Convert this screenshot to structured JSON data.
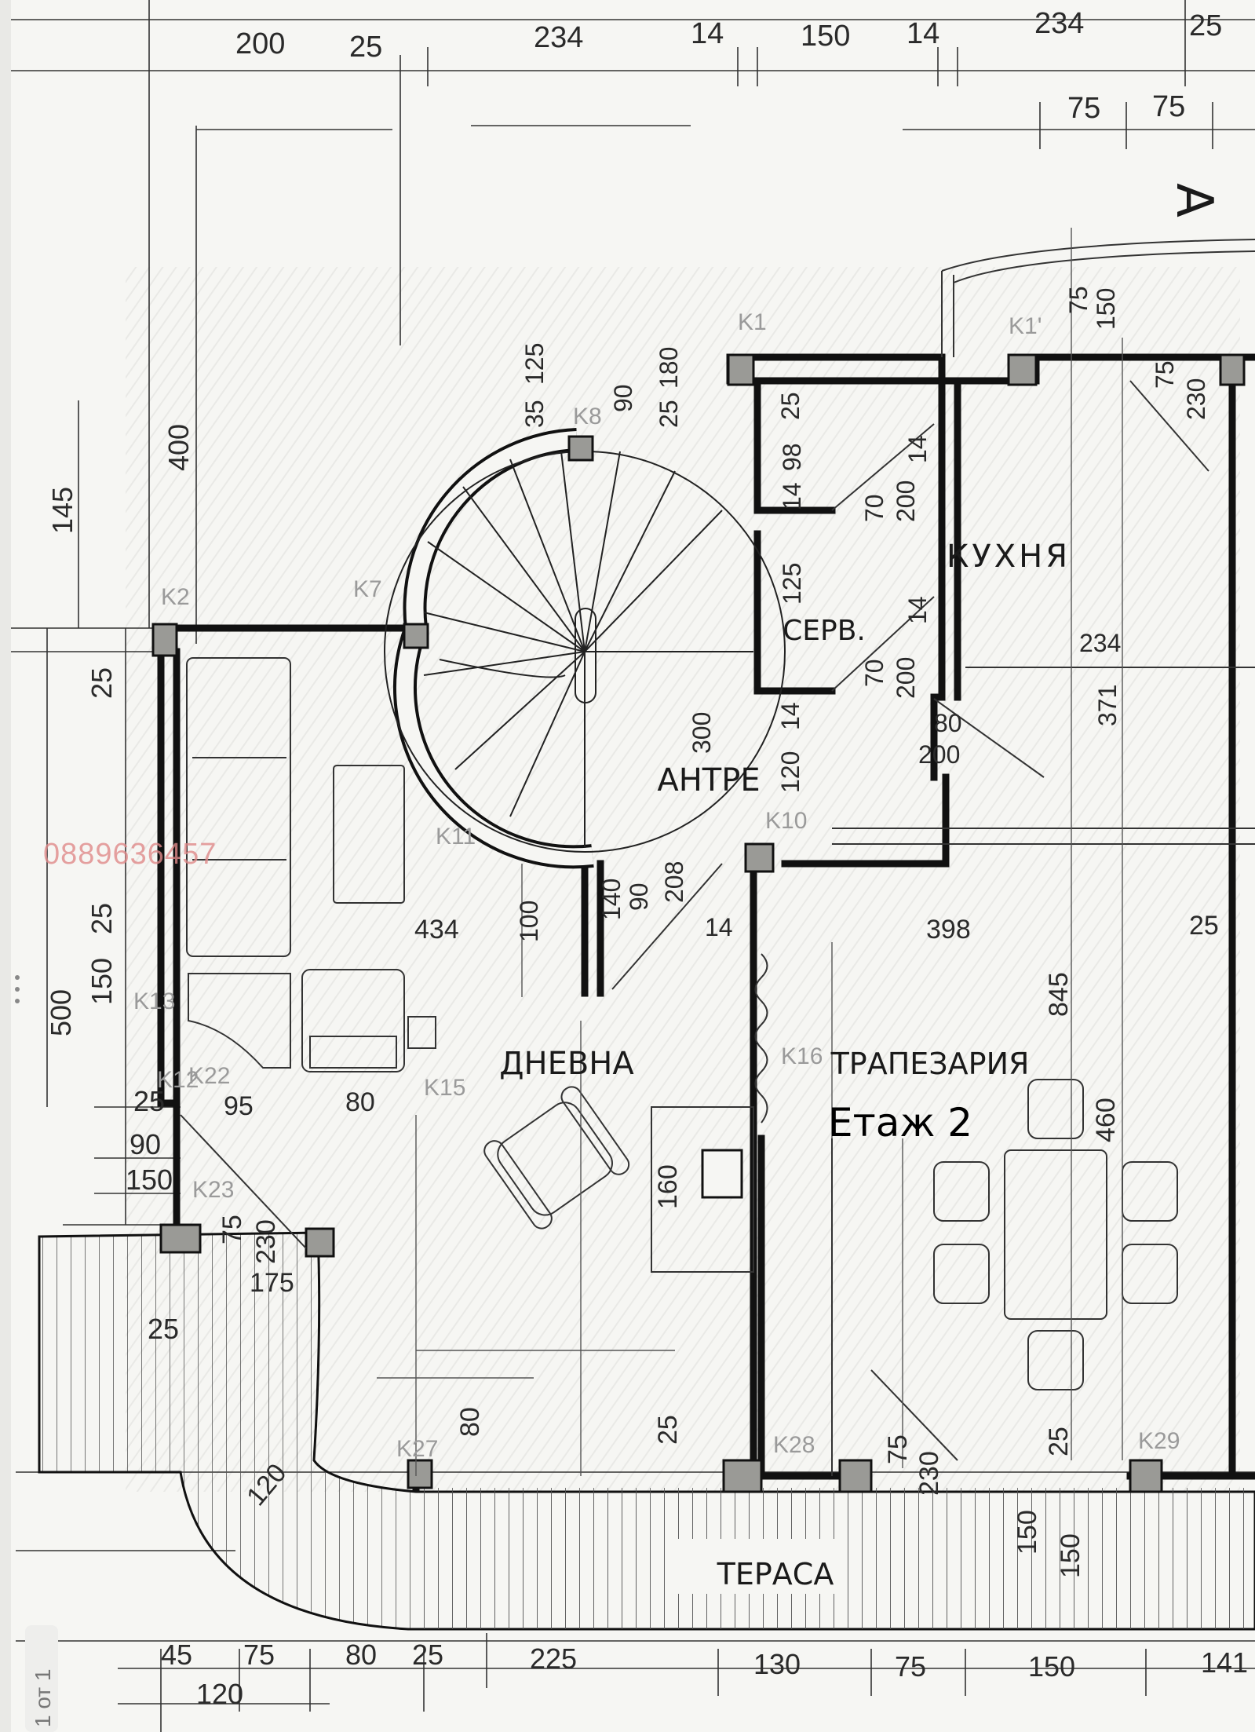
{
  "plan": {
    "rooms": {
      "kitchen": "КУХНЯ",
      "service": "СЕРВ.",
      "entry": "АНТРЕ",
      "living": "ДНЕВНА",
      "dining": "ТРАПЕЗАРИЯ",
      "terrace": "ТЕРАСА"
    },
    "section_marker": "A",
    "floor_note": "Етаж 2",
    "watermark": "0889636457",
    "top_dims": [
      "200",
      "25",
      "234",
      "14",
      "150",
      "14",
      "234",
      "25"
    ],
    "top_dims_2": [
      "75",
      "75"
    ],
    "left_dims": [
      "145",
      "400",
      "25",
      "500",
      "150",
      "25",
      "25",
      "90",
      "150",
      "25"
    ],
    "bottom_dims": [
      "45",
      "75",
      "80",
      "25",
      "225",
      "130",
      "75",
      "150",
      "141"
    ],
    "bottom_dims_2": [
      "120"
    ],
    "interior_dims": {
      "stair": [
        "35",
        "125",
        "90",
        "25",
        "180",
        "300",
        "120",
        "14",
        "208",
        "90",
        "100",
        "14",
        "140"
      ],
      "service": [
        "25",
        "98",
        "14",
        "125",
        "70",
        "200",
        "14",
        "70",
        "200",
        "14"
      ],
      "kitchen": [
        "75",
        "150",
        "75",
        "230",
        "234",
        "371",
        "80",
        "200"
      ],
      "living": [
        "434",
        "95",
        "80",
        "175",
        "75",
        "230",
        "80",
        "120",
        "25",
        "160"
      ],
      "dining": [
        "398",
        "25",
        "845",
        "460",
        "25",
        "75",
        "230",
        "150",
        "150"
      ]
    },
    "column_marks": [
      "K1",
      "K1'",
      "K2",
      "K7",
      "K8",
      "K11",
      "K10",
      "K12",
      "K13",
      "K15",
      "K16",
      "K22",
      "K23",
      "K27",
      "K28",
      "K29"
    ]
  },
  "pager": "1 от 1",
  "colors": {
    "paper": "#f6f6f3",
    "ink": "#111111",
    "hatch": "#bdbdbd",
    "watermark": "#e08a8a"
  }
}
